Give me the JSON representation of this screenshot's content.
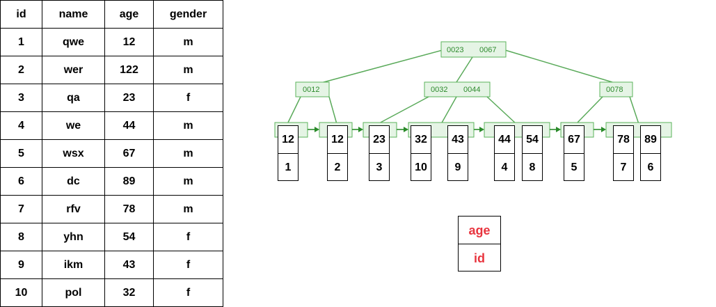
{
  "table": {
    "headers": [
      "id",
      "name",
      "age",
      "gender"
    ],
    "rows": [
      [
        "1",
        "qwe",
        "12",
        "m"
      ],
      [
        "2",
        "wer",
        "122",
        "m"
      ],
      [
        "3",
        "qa",
        "23",
        "f"
      ],
      [
        "4",
        "we",
        "44",
        "m"
      ],
      [
        "5",
        "wsx",
        "67",
        "m"
      ],
      [
        "6",
        "dc",
        "89",
        "m"
      ],
      [
        "7",
        "rfv",
        "78",
        "m"
      ],
      [
        "8",
        "yhn",
        "54",
        "f"
      ],
      [
        "9",
        "ikm",
        "43",
        "f"
      ],
      [
        "10",
        "pol",
        "32",
        "f"
      ]
    ]
  },
  "tree": {
    "root": [
      "0023",
      "0067"
    ],
    "level2": [
      [
        "0012"
      ],
      [
        "0032",
        "0044"
      ],
      [
        "0078"
      ]
    ],
    "colors": {
      "node_fill": "#e5f4e5",
      "node_stroke": "#5bb35b",
      "link": "#2a8a2a"
    }
  },
  "leaf_entries": [
    {
      "key": "12",
      "id": "1"
    },
    {
      "key": "12",
      "id": "2"
    },
    {
      "key": "23",
      "id": "3"
    },
    {
      "key": "32",
      "id": "10"
    },
    {
      "key": "43",
      "id": "9"
    },
    {
      "key": "44",
      "id": "4"
    },
    {
      "key": "54",
      "id": "8"
    },
    {
      "key": "67",
      "id": "5"
    },
    {
      "key": "78",
      "id": "7"
    },
    {
      "key": "89",
      "id": "6"
    }
  ],
  "legend": {
    "key_label": "age",
    "value_label": "id",
    "color": "#e8343e"
  }
}
